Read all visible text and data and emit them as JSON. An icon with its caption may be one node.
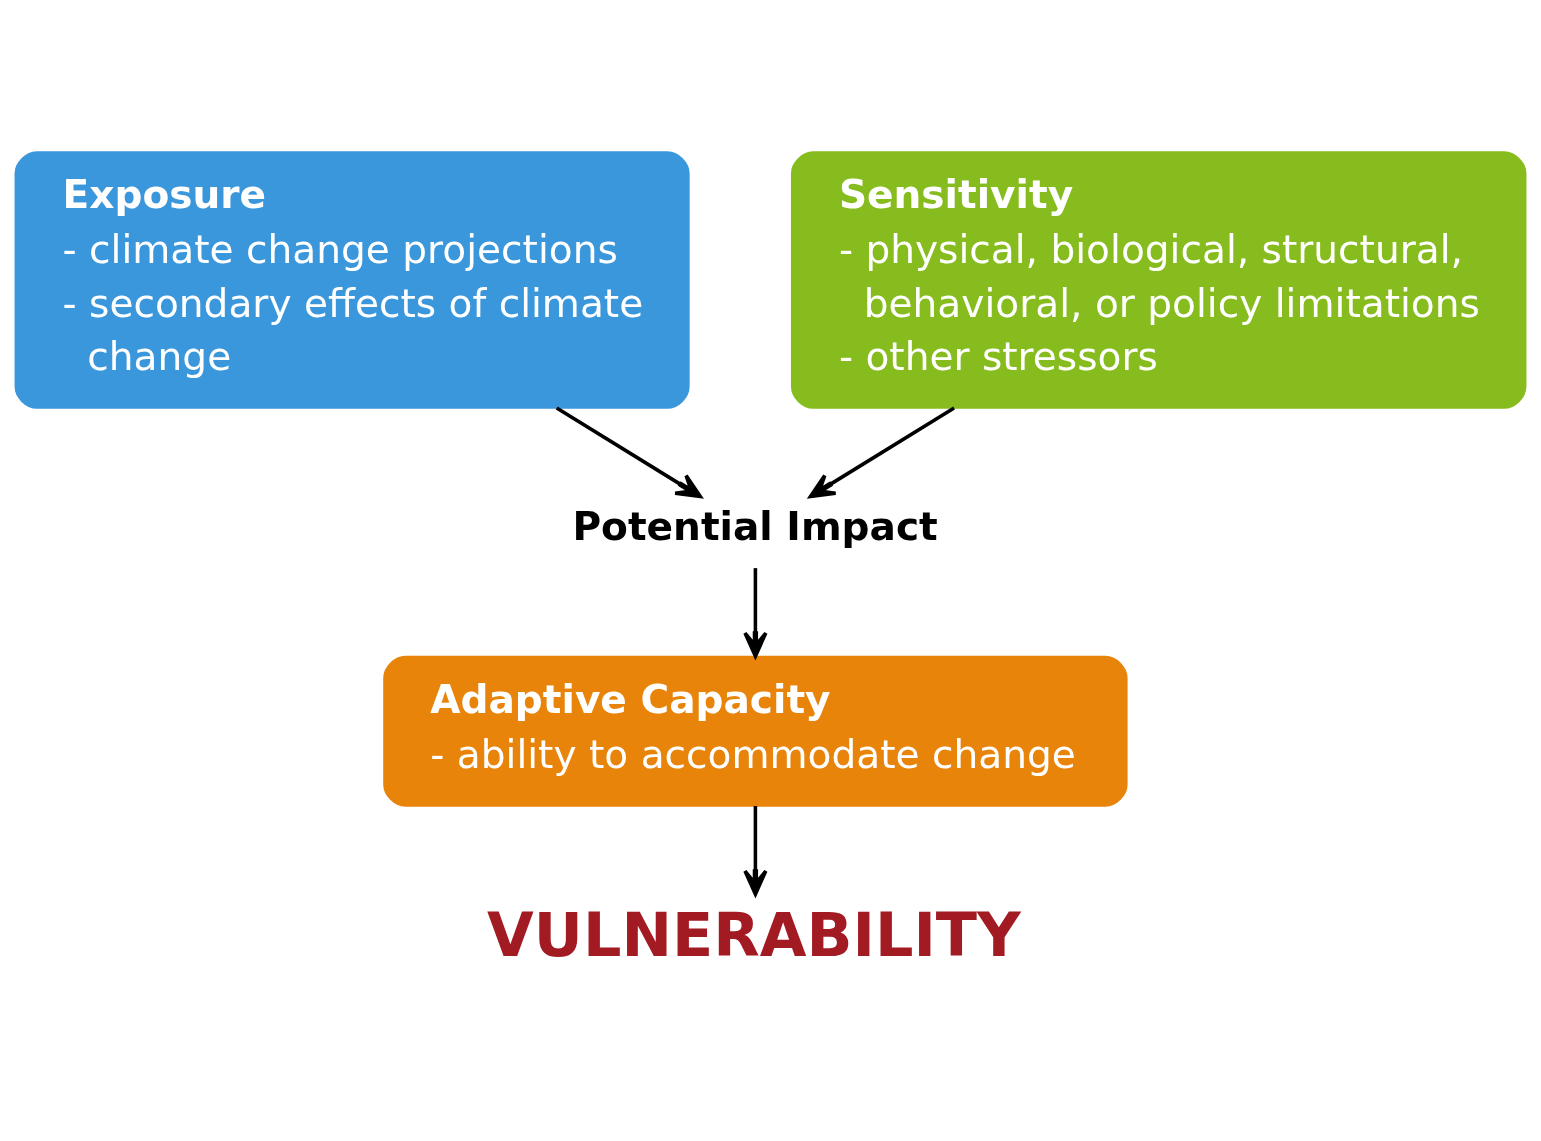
{
  "diagram": {
    "nodes": [
      {
        "text": [
          "Exposure",
          "- climate change projections",
          "- secondary effects of climate change"
        ]
      },
      {
        "text": [
          "Sensitivity",
          "- physical, biological, structural, behavioral, or policy limitations",
          "- other stressors"
        ]
      },
      {
        "text": [
          "Potential Impact"
        ]
      },
      {
        "text": [
          "Adaptive Capacity",
          "- ability to accommodate change"
        ]
      },
      {
        "text": [
          "VULNERABILITY"
        ]
      }
    ],
    "edges": [
      {
        "from": 0,
        "to": 2,
        "arrow": "to"
      },
      {
        "from": 1,
        "to": 2,
        "arrow": "to"
      },
      {
        "from": 2,
        "to": 3,
        "arrow": "to"
      },
      {
        "from": 3,
        "to": 4,
        "arrow": "to"
      }
    ]
  }
}
